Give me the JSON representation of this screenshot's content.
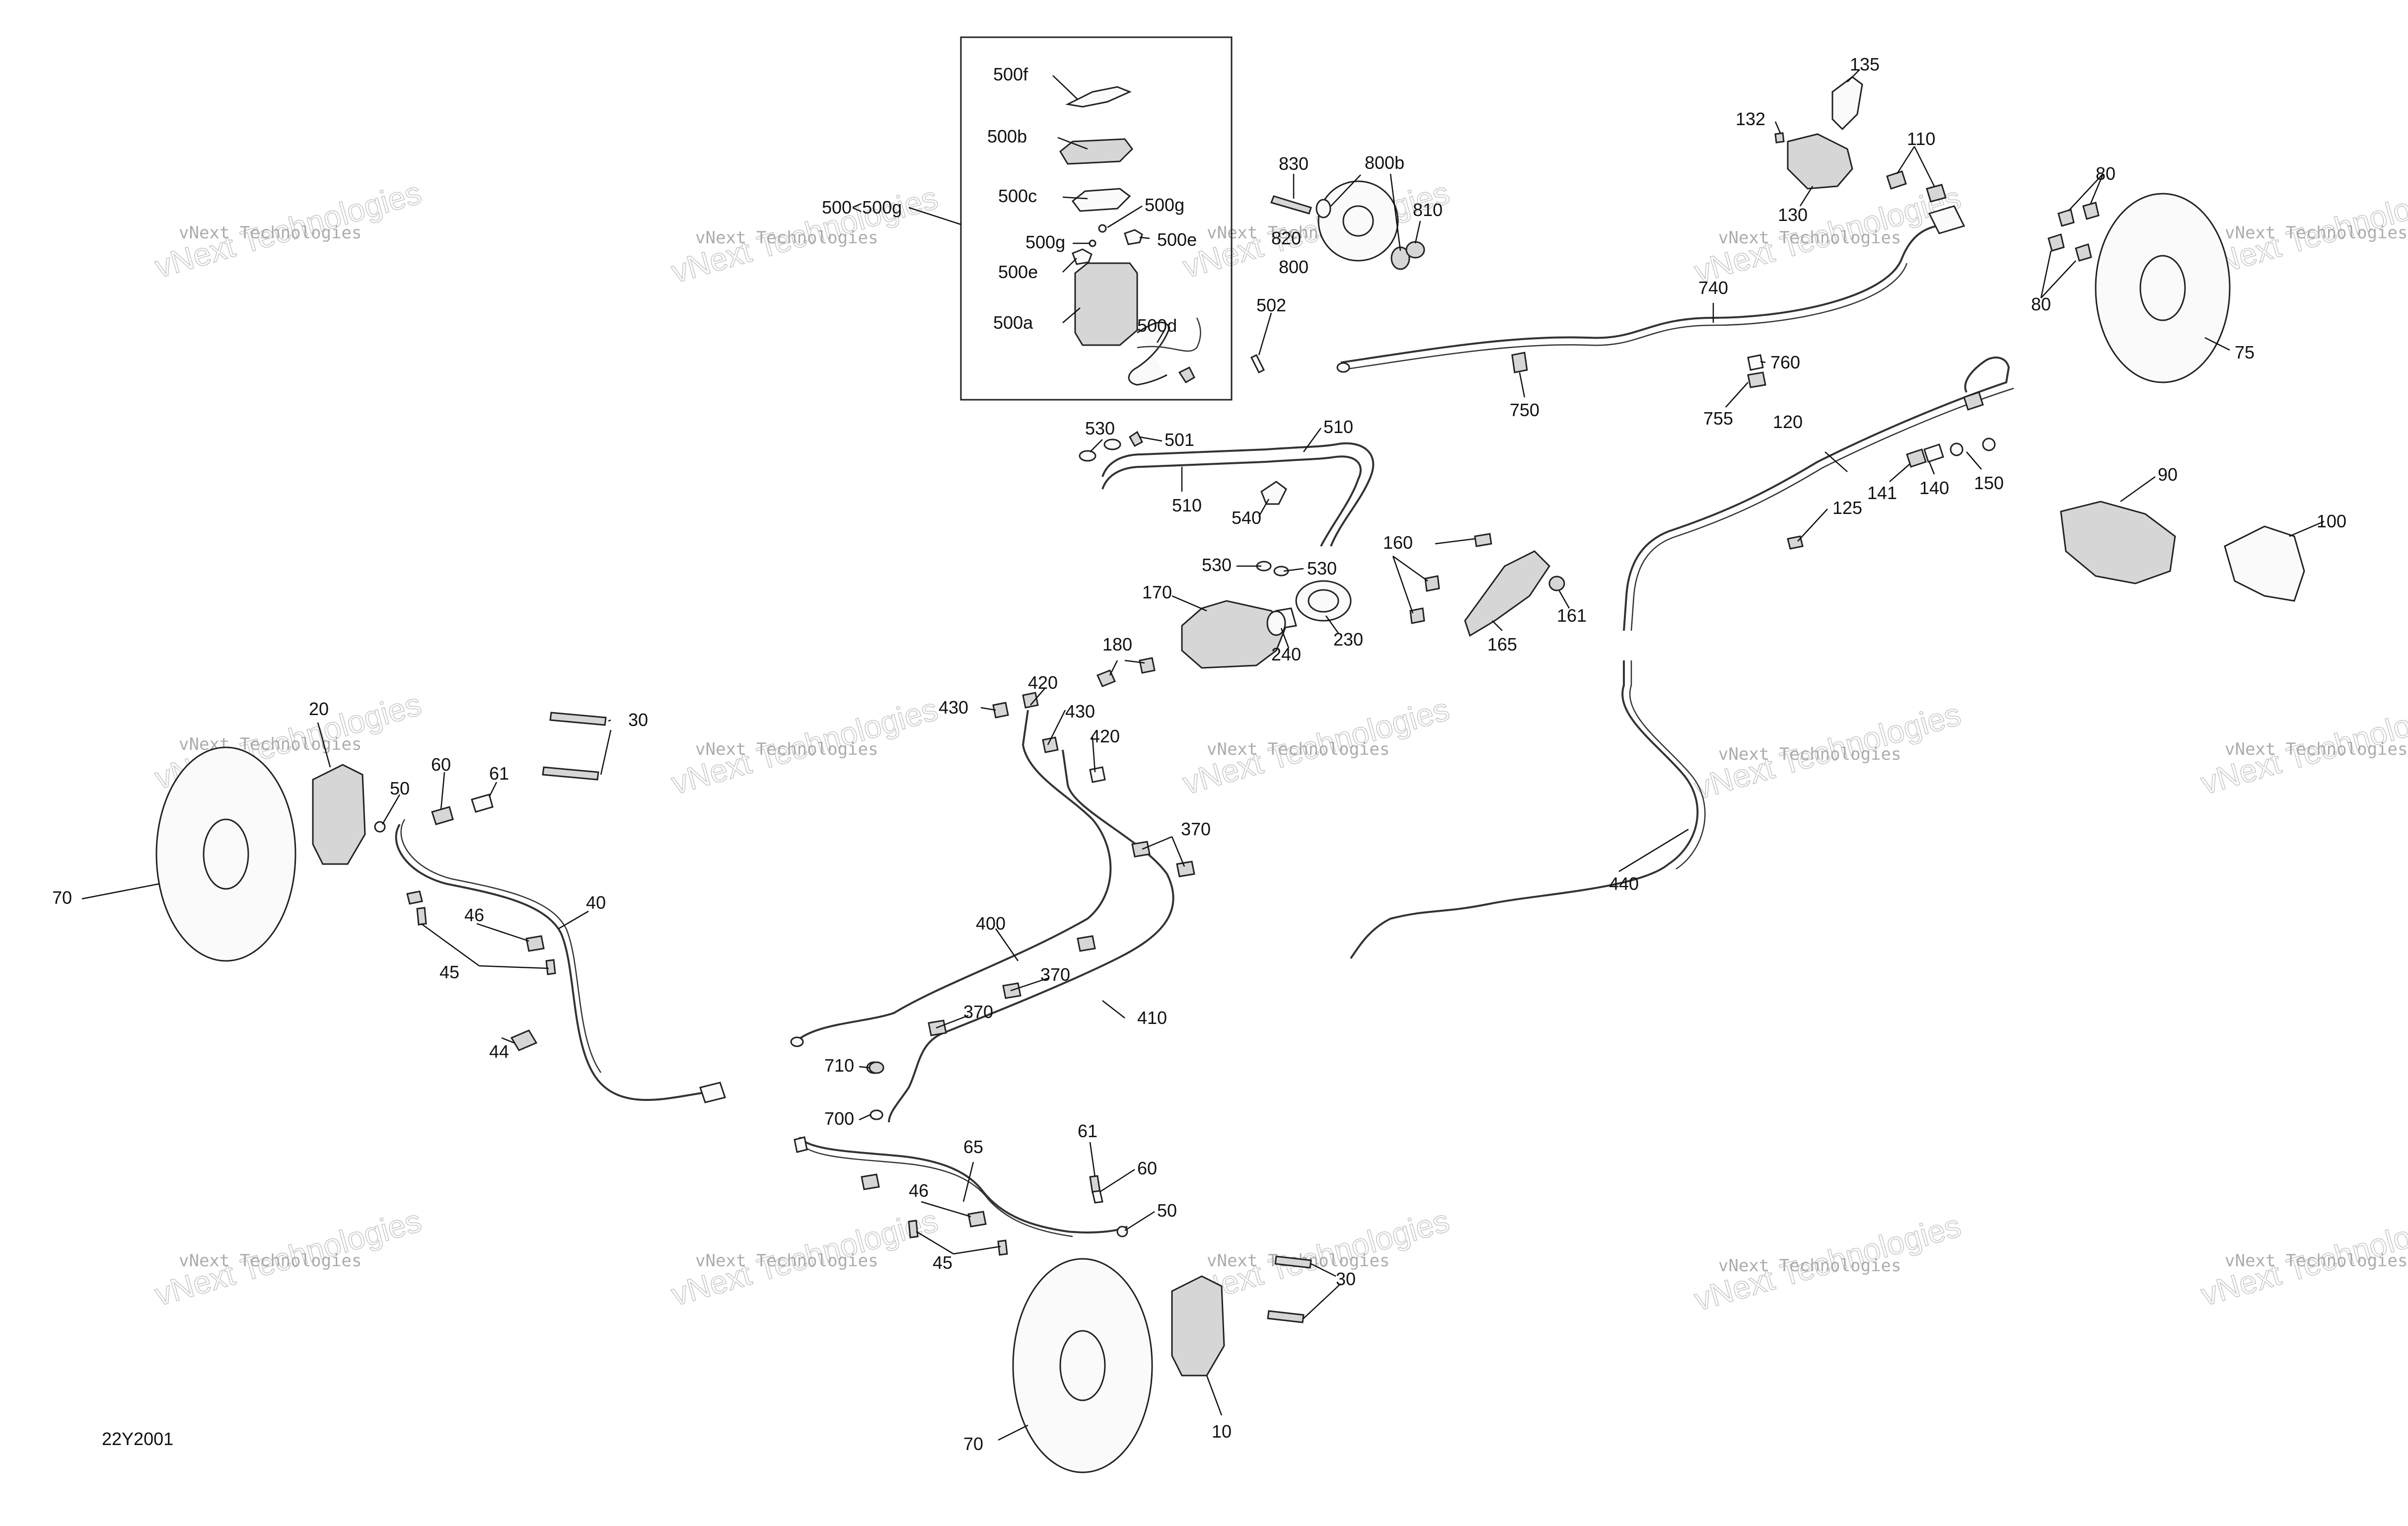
{
  "watermark": {
    "line1": "vNext Technologies",
    "line2": "vNext Technologies"
  },
  "diagram_code": "22Y2001",
  "callouts": [
    "500f",
    "500b",
    "500c",
    "500g",
    "500g",
    "500e",
    "500e",
    "500a",
    "500d",
    "500<500g",
    "502",
    "501",
    "530",
    "510",
    "510",
    "540",
    "530",
    "530",
    "170",
    "180",
    "240",
    "230",
    "830",
    "800b",
    "820",
    "800",
    "810",
    "135",
    "132",
    "110",
    "130",
    "740",
    "750",
    "760",
    "755",
    "120",
    "141",
    "140",
    "150",
    "125",
    "80",
    "80",
    "75",
    "90",
    "100",
    "160",
    "161",
    "165",
    "430",
    "420",
    "430",
    "420",
    "370",
    "370",
    "370",
    "400",
    "410",
    "440",
    "20",
    "30",
    "60",
    "61",
    "50",
    "40",
    "46",
    "45",
    "44",
    "70",
    "710",
    "700",
    "65",
    "61",
    "60",
    "50",
    "46",
    "45",
    "30",
    "70",
    "10"
  ],
  "colors": {
    "ink": "#111111",
    "watermark": "#6a6a6a"
  }
}
